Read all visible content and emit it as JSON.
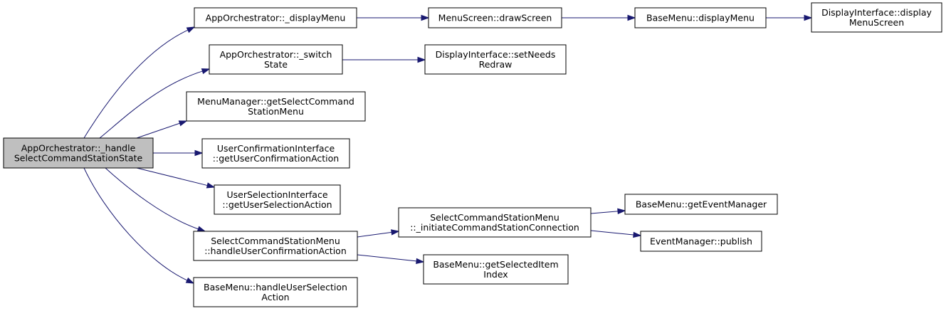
{
  "diagram": {
    "type": "call-graph",
    "colors": {
      "edge": "#191970",
      "root_fill": "#bfbfbf",
      "node_fill": "#ffffff",
      "border": "#000000"
    },
    "nodes": [
      {
        "id": "root",
        "lines": [
          "AppOrchestrator::_handle",
          "SelectCommandStationState"
        ],
        "root": true
      },
      {
        "id": "n1",
        "lines": [
          "AppOrchestrator::_displayMenu"
        ]
      },
      {
        "id": "n2",
        "lines": [
          "MenuScreen::drawScreen"
        ]
      },
      {
        "id": "n3",
        "lines": [
          "BaseMenu::displayMenu"
        ]
      },
      {
        "id": "n4",
        "lines": [
          "DisplayInterface::display",
          "MenuScreen"
        ]
      },
      {
        "id": "n5",
        "lines": [
          "AppOrchestrator::_switch",
          "State"
        ]
      },
      {
        "id": "n6",
        "lines": [
          "DisplayInterface::setNeeds",
          "Redraw"
        ]
      },
      {
        "id": "n7",
        "lines": [
          "MenuManager::getSelectCommand",
          "StationMenu"
        ]
      },
      {
        "id": "n8",
        "lines": [
          "UserConfirmationInterface",
          "::getUserConfirmationAction"
        ]
      },
      {
        "id": "n9",
        "lines": [
          "UserSelectionInterface",
          "::getUserSelectionAction"
        ]
      },
      {
        "id": "n10",
        "lines": [
          "SelectCommandStationMenu",
          "::handleUserConfirmationAction"
        ]
      },
      {
        "id": "n11",
        "lines": [
          "SelectCommandStationMenu",
          "::_initiateCommandStationConnection"
        ]
      },
      {
        "id": "n12",
        "lines": [
          "BaseMenu::getEventManager"
        ]
      },
      {
        "id": "n13",
        "lines": [
          "EventManager::publish"
        ]
      },
      {
        "id": "n14",
        "lines": [
          "BaseMenu::getSelectedItem",
          "Index"
        ]
      },
      {
        "id": "n15",
        "lines": [
          "BaseMenu::handleUserSelection",
          "Action"
        ]
      }
    ],
    "edges": [
      {
        "from": "root",
        "to": "n1"
      },
      {
        "from": "root",
        "to": "n5"
      },
      {
        "from": "root",
        "to": "n7"
      },
      {
        "from": "root",
        "to": "n8"
      },
      {
        "from": "root",
        "to": "n9"
      },
      {
        "from": "root",
        "to": "n10"
      },
      {
        "from": "root",
        "to": "n15"
      },
      {
        "from": "n1",
        "to": "n2"
      },
      {
        "from": "n2",
        "to": "n3"
      },
      {
        "from": "n3",
        "to": "n4"
      },
      {
        "from": "n5",
        "to": "n6"
      },
      {
        "from": "n10",
        "to": "n11"
      },
      {
        "from": "n10",
        "to": "n14"
      },
      {
        "from": "n11",
        "to": "n12"
      },
      {
        "from": "n11",
        "to": "n13"
      }
    ]
  }
}
